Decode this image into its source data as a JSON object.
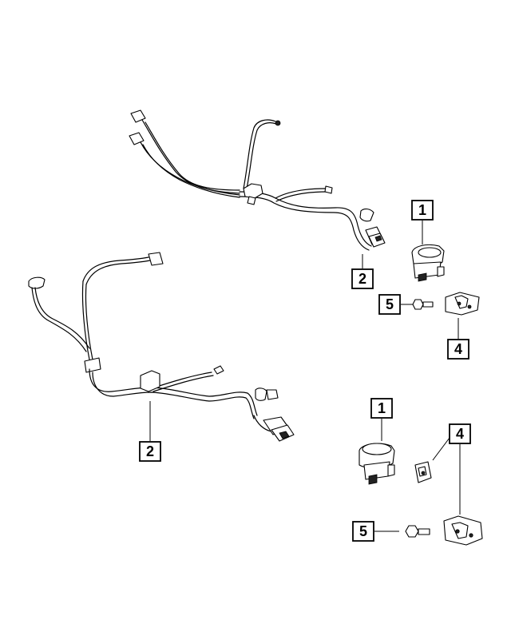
{
  "callouts": {
    "upper_1": "1",
    "upper_2": "2",
    "upper_4": "4",
    "upper_5": "5",
    "lower_1": "1",
    "lower_2": "2",
    "lower_4": "4",
    "lower_5": "5"
  },
  "icons": [
    "fuel-line-harness",
    "purge-valve",
    "mounting-bracket",
    "bolt"
  ]
}
